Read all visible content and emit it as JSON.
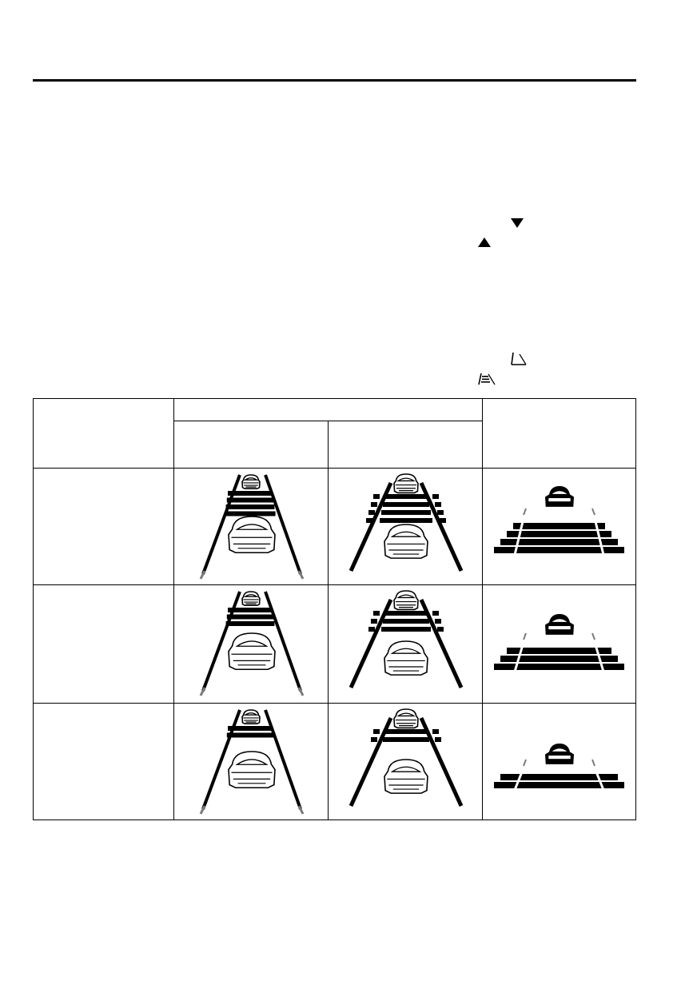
{
  "page": {
    "header_rule": true
  },
  "indicators": [
    {
      "name": "down-arrow-icon"
    },
    {
      "name": "up-arrow-icon"
    },
    {
      "name": "lane-line-icon"
    },
    {
      "name": "distance-bars-icon"
    }
  ],
  "table": {
    "header": {
      "row_label": "",
      "group_label": "",
      "sub_col_1": "",
      "sub_col_2": "",
      "col_3": ""
    },
    "rows": [
      {
        "label": "",
        "bars": 4
      },
      {
        "label": "",
        "bars": 3
      },
      {
        "label": "",
        "bars": 2
      }
    ]
  },
  "colors": {
    "ink": "#000000",
    "background": "#ffffff",
    "light_ink": "#7a7a7a"
  }
}
